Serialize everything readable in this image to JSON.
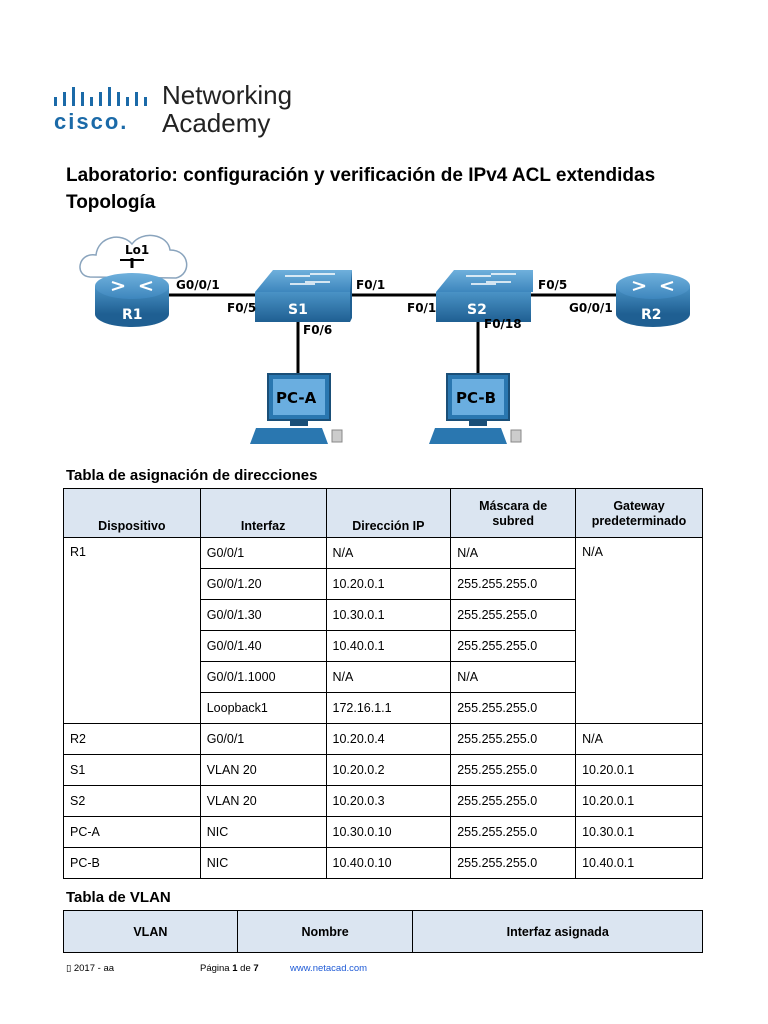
{
  "logo": {
    "brand": "cisco.",
    "line1": "Networking",
    "line2": "Academy",
    "color": "#1b6aa8"
  },
  "title": "Laboratorio: configuración y verificación de IPv4 ACL extendidas",
  "subtitle": "Topología",
  "topology": {
    "loopback_label": "Lo1",
    "devices": {
      "r1": "R1",
      "r2": "R2",
      "s1": "S1",
      "s2": "S2",
      "pca": "PC-A",
      "pcb": "PC-B"
    },
    "ports": {
      "r1_g": "G0/0/1",
      "s1_f05": "F0/5",
      "s1_f01": "F0/1",
      "s1_f06": "F0/6",
      "s2_f01": "F0/1",
      "s2_f05": "F0/5",
      "s2_f018": "F0/18",
      "r2_g": "G0/0/1"
    },
    "device_color": "#1f6fa8"
  },
  "address_table": {
    "heading": "Tabla de asignación de direcciones",
    "headers": [
      "Dispositivo",
      "Interfaz",
      "Dirección IP",
      "Máscara de subred",
      "Gateway predeterminado"
    ],
    "r1": {
      "device": "R1",
      "gateway": "N/A",
      "rows": [
        {
          "iface": "G0/0/1",
          "ip": "N/A",
          "mask": "N/A"
        },
        {
          "iface": "G0/0/1.20",
          "ip": "10.20.0.1",
          "mask": "255.255.255.0"
        },
        {
          "iface": "G0/0/1.30",
          "ip": "10.30.0.1",
          "mask": "255.255.255.0"
        },
        {
          "iface": "G0/0/1.40",
          "ip": "10.40.0.1",
          "mask": "255.255.255.0"
        },
        {
          "iface": "G0/0/1.1000",
          "ip": "N/A",
          "mask": "N/A"
        },
        {
          "iface": "Loopback1",
          "ip": "172.16.1.1",
          "mask": "255.255.255.0"
        }
      ]
    },
    "others": [
      {
        "device": "R2",
        "iface": "G0/0/1",
        "ip": "10.20.0.4",
        "mask": "255.255.255.0",
        "gw": "N/A"
      },
      {
        "device": "S1",
        "iface": "VLAN 20",
        "ip": "10.20.0.2",
        "mask": "255.255.255.0",
        "gw": "10.20.0.1"
      },
      {
        "device": "S2",
        "iface": "VLAN 20",
        "ip": "10.20.0.3",
        "mask": "255.255.255.0",
        "gw": "10.20.0.1"
      },
      {
        "device": "PC-A",
        "iface": "NIC",
        "ip": "10.30.0.10",
        "mask": "255.255.255.0",
        "gw": "10.30.0.1"
      },
      {
        "device": "PC-B",
        "iface": "NIC",
        "ip": "10.40.0.10",
        "mask": "255.255.255.0",
        "gw": "10.40.0.1"
      }
    ]
  },
  "vlan_table": {
    "heading": "Tabla de VLAN",
    "headers": [
      "VLAN",
      "Nombre",
      "Interfaz asignada"
    ]
  },
  "footer": {
    "copyright": "▯ 2017 - aa",
    "page_prefix": "Página ",
    "page_current": "1",
    "page_mid": " de ",
    "page_total": "7",
    "link": "www.netacad.com"
  }
}
